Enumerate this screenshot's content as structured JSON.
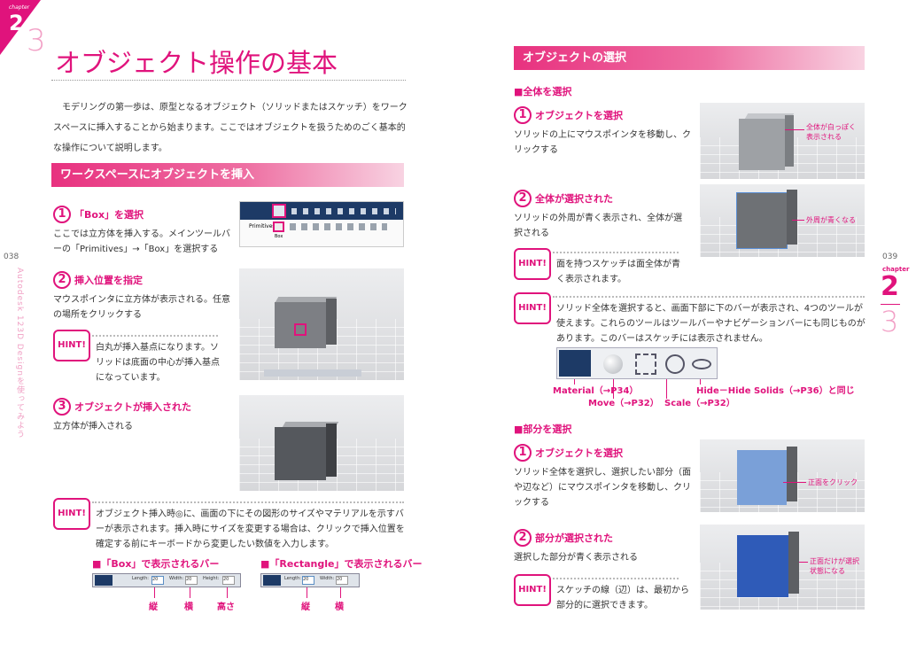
{
  "left": {
    "chapter_word": "chapter",
    "chapter_no": "2",
    "section_no": "3",
    "page_no": "038",
    "vertical": "Autodesk 123D Designを使ってみよう",
    "title": "オブジェクト操作の基本",
    "intro": "モデリングの第一歩は、原型となるオブジェクト（ソリッドまたはスケッチ）をワークスペースに挿入することから始まります。ここではオブジェクトを扱うためのごく基本的な操作について説明します。",
    "section": "ワークスペースにオブジェクトを挿入",
    "steps": [
      {
        "n": "1",
        "title": "「Box」を選択",
        "text": "ここでは立方体を挿入する。メインツールバーの「Primitives」→「Box」を選択する"
      },
      {
        "n": "2",
        "title": "挿入位置を指定",
        "text": "マウスポインタに立方体が表示される。任意の場所をクリックする"
      },
      {
        "n": "3",
        "title": "オブジェクトが挿入された",
        "text": "立方体が挿入される"
      }
    ],
    "hint1": "白丸が挿入基点になります。ソリッドは底面の中心が挿入基点になっています。",
    "hint2": "オブジェクト挿入時◎に、画面の下にその図形のサイズやマテリアルを示すバーが表示されます。挿入時にサイズを変更する場合は、クリックで挿入位置を確定する前にキーボードから変更したい数値を入力します。",
    "hint_label": "HINT!",
    "box_bar": "■「Box」で表示されるバー",
    "rect_bar": "■「Rectangle」で表示されるバー",
    "tate": "縦",
    "yoko": "横",
    "takasa": "高さ",
    "toolbar_primitives": "Primitives",
    "toolbar_box": "Box",
    "bar_length": "Length:",
    "bar_width": "Width:",
    "bar_height": "Height:",
    "bar_val": "20"
  },
  "right": {
    "page_no": "039",
    "chapter_word": "chapter",
    "chapter_no": "2",
    "section_no": "3",
    "section": "オブジェクトの選択",
    "sub1": "■全体を選択",
    "s1": {
      "n": "1",
      "title": "オブジェクトを選択",
      "text": "ソリッドの上にマウスポインタを移動し、クリックする",
      "callout": "全体が白っぽく表示される"
    },
    "s2": {
      "n": "2",
      "title": "全体が選択された",
      "text": "ソリッドの外周が青く表示され、全体が選択される",
      "callout": "外周が青くなる"
    },
    "hint1": "面を持つスケッチは面全体が青く表示されます。",
    "hint2": "ソリッド全体を選択すると、画面下部に下のバーが表示され、4つのツールが使えます。これらのツールはツールバーやナビゲーションバーにも同じものがあります。このバーはスケッチには表示されません。",
    "hint_label": "HINT!",
    "tools": {
      "material": "Material（→P34）",
      "move": "Move（→P32）",
      "scale": "Scale（→P32）",
      "hide": "Hide－Hide Solids（→P36）と同じ"
    },
    "sub2": "■部分を選択",
    "s3": {
      "n": "1",
      "title": "オブジェクトを選択",
      "text": "ソリッド全体を選択し、選択したい部分（面や辺など）にマウスポインタを移動し、クリックする",
      "callout": "正面をクリック"
    },
    "s4": {
      "n": "2",
      "title": "部分が選択された",
      "text": "選択した部分が青く表示される",
      "callout": "正面だけが選択状態になる"
    },
    "hint3": "スケッチの線（辺）は、最初から部分的に選択できます。"
  },
  "colors": {
    "accent": "#e0137c"
  }
}
